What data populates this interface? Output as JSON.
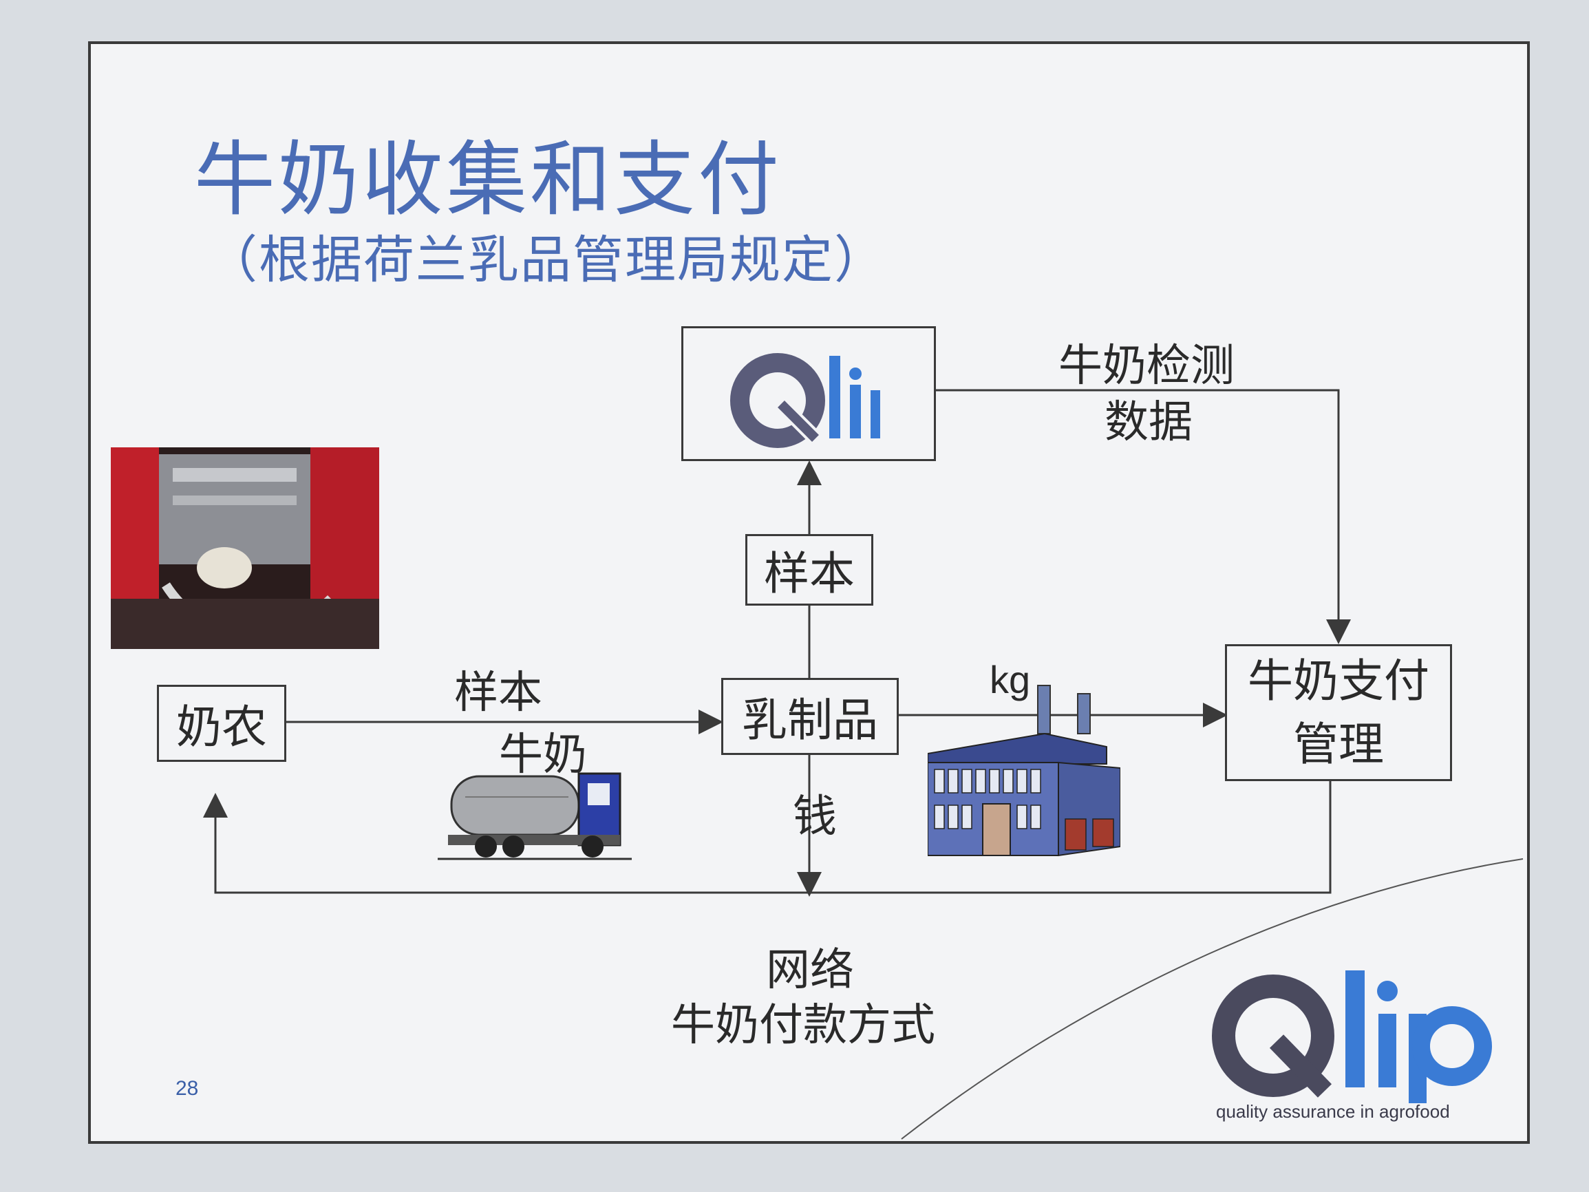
{
  "slide": {
    "title": "牛奶收集和支付",
    "subtitle": "（根据荷兰乳品管理局规定）",
    "page_number": "28"
  },
  "nodes": {
    "farmer": "奶农",
    "dairy": "乳制品",
    "sample_box": "样本",
    "payment_line1": "牛奶支付",
    "payment_line2": "管理"
  },
  "edge_labels": {
    "sample": "样本",
    "milk": "牛奶",
    "kg": "kg",
    "money": "钱",
    "test_data_line1": "牛奶检测",
    "test_data_line2": "数据",
    "network_line1": "网络",
    "network_line2": "牛奶付款方式"
  },
  "logo": {
    "name": "Qlip",
    "tagline": "quality assurance in agrofood",
    "colors": {
      "q": "#4a4a5e",
      "lip": "#3a7bd5"
    }
  },
  "icons": {
    "milking_photo": "milking-robot-photo-icon",
    "truck": "milk-tanker-truck-icon",
    "factory": "dairy-factory-icon"
  }
}
